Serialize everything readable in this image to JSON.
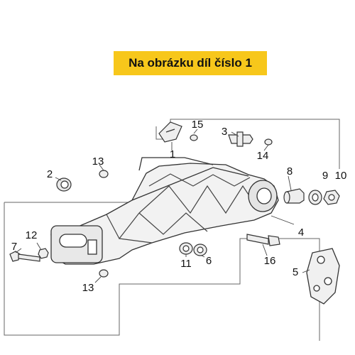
{
  "banner": {
    "text": "Na obrázku díl číslo 1",
    "color": "#f7c71b"
  },
  "callouts": {
    "c1": "1",
    "c2": "2",
    "c3": "3",
    "c4": "4",
    "c5": "5",
    "c6": "6",
    "c7": "7",
    "c8": "8",
    "c9": "9",
    "c10": "10",
    "c11": "11",
    "c12": "12",
    "c13a": "13",
    "c13b": "13",
    "c14": "14",
    "c15": "15",
    "c16": "16"
  }
}
